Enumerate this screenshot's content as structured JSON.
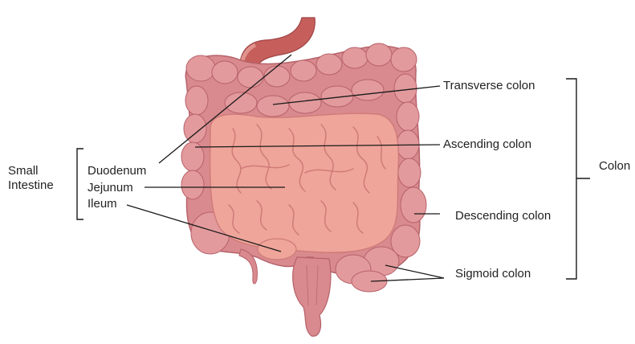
{
  "labels": {
    "small_intestine_line1": "Small",
    "small_intestine_line2": "Intestine",
    "duodenum": "Duodenum",
    "jejunum": "Jejunum",
    "ileum": "Ileum",
    "transverse_colon": "Transverse colon",
    "ascending_colon": "Ascending colon",
    "descending_colon": "Descending colon",
    "sigmoid_colon": "Sigmoid colon",
    "colon": "Colon"
  },
  "colors": {
    "colon_fill": "#d98a8e",
    "colon_edge": "#b6626a",
    "small_intestine_fill": "#efa59a",
    "small_intestine_fold": "#cf7b78",
    "esophagus": "#c65f5b",
    "leader_line": "#1a1a1a",
    "text": "#222222"
  }
}
